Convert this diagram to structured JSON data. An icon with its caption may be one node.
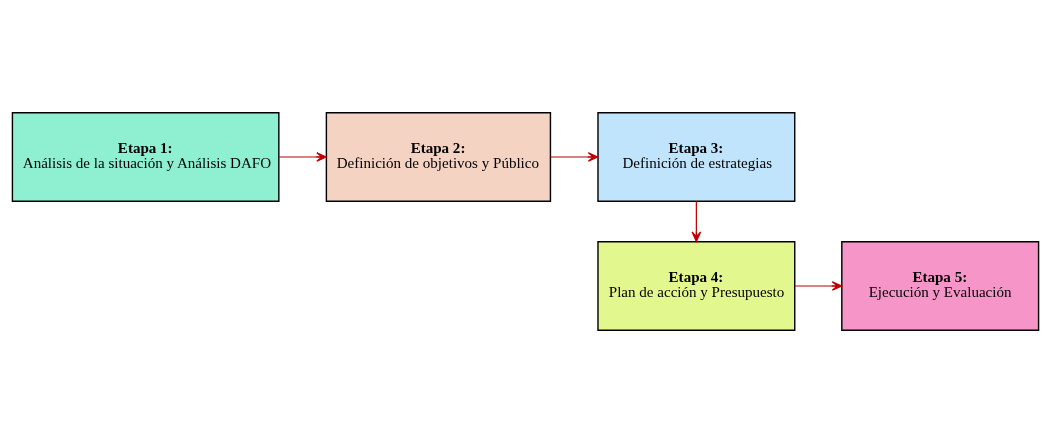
{
  "diagram": {
    "nodes": [
      {
        "text": [
          "Etapa 1:",
          "Análisis de la situación y Análisis DAFO"
        ]
      },
      {
        "text": [
          "Etapa 2:",
          "Definición de objetivos y Público"
        ]
      },
      {
        "text": [
          "Etapa 3:",
          "Definición de estrategias"
        ]
      },
      {
        "text": [
          "Etapa 4:",
          "Plan de acción y Presupuesto"
        ]
      },
      {
        "text": [
          "Etapa 5:",
          "Ejecución y Evaluación"
        ]
      }
    ],
    "edges": [
      {
        "from": 0,
        "to": 1,
        "arrow": "to"
      },
      {
        "from": 1,
        "to": 2,
        "arrow": "to"
      },
      {
        "from": 2,
        "to": 3,
        "arrow": "to"
      },
      {
        "from": 3,
        "to": 4,
        "arrow": "to"
      }
    ]
  }
}
